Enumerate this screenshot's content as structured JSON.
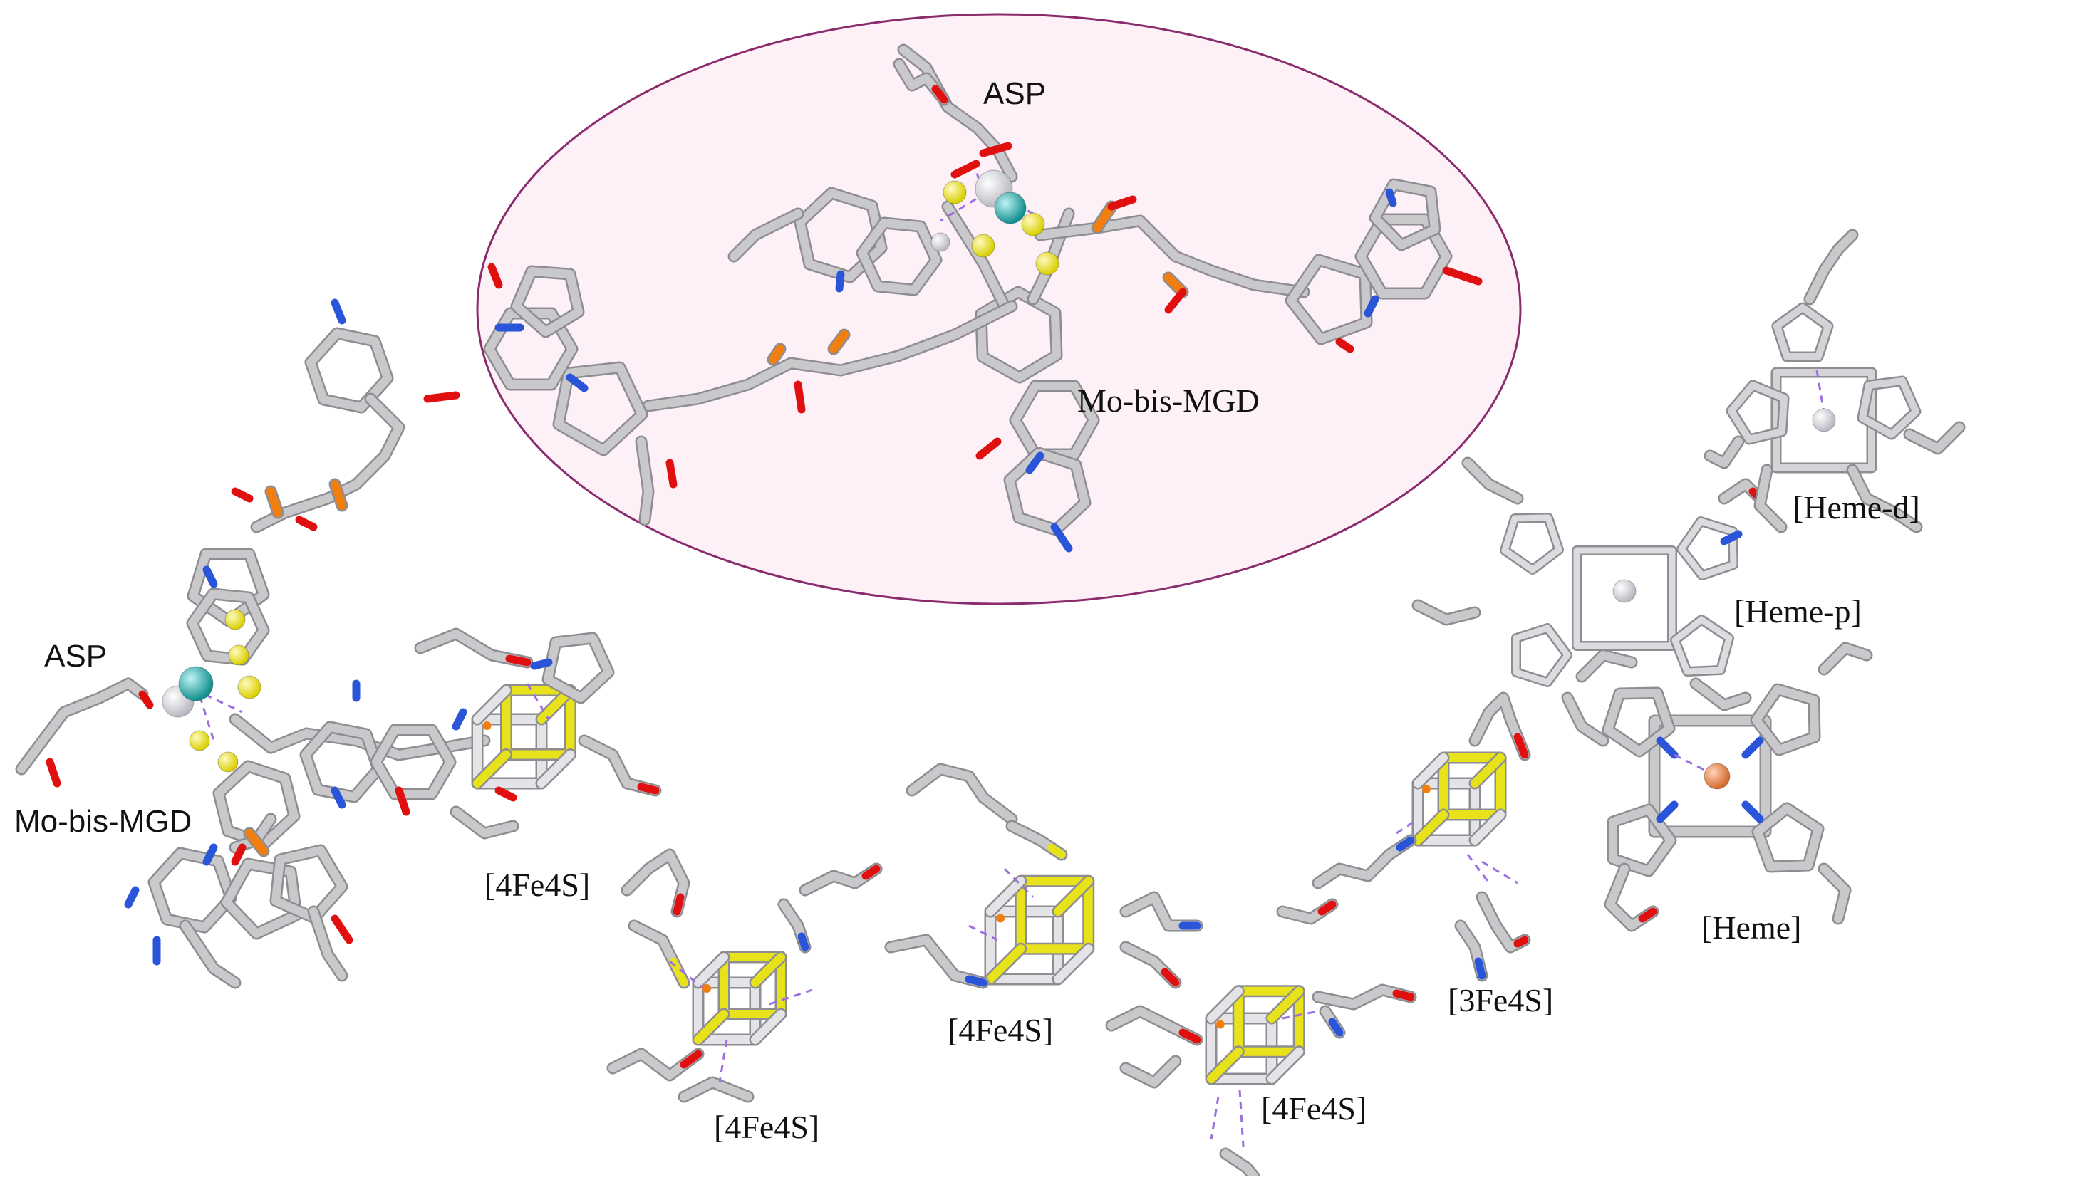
{
  "labels": {
    "asp_top": "ASP",
    "mo_bis_mgd_top": "Mo-bis-MGD",
    "asp_left": "ASP",
    "mo_bis_mgd_left": "Mo-bis-MGD",
    "fe4s4_a": "[4Fe4S]",
    "fe4s4_b": "[4Fe4S]",
    "fe4s4_c": "[4Fe4S]",
    "fe4s4_d": "[4Fe4S]",
    "fe3s4": "[3Fe4S]",
    "heme": "[Heme]",
    "heme_p": "[Heme-p]",
    "heme_d": "[Heme-d]"
  },
  "colors": {
    "stick": "#c9c9cc",
    "stick_dark": "#8e8e92",
    "sulfur": "#e8e21a",
    "oxygen": "#e01010",
    "nitrogen": "#2a55d8",
    "phosphorus": "#f07f10",
    "molybdenum": "#1aa6a6",
    "iron": "#e8804a",
    "hbond": "#9b6fe0",
    "ellipse_fill": "#fdf1f7",
    "ellipse_stroke": "#8a2b6e"
  }
}
